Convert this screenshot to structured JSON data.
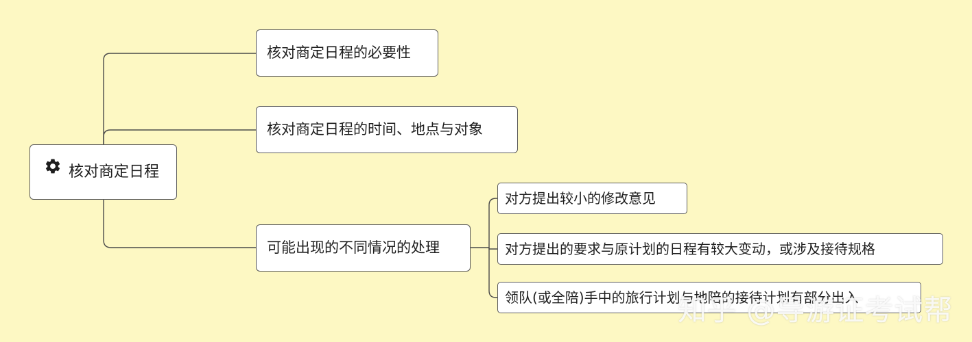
{
  "root": {
    "label": "核对商定日程",
    "icon": "gear-icon"
  },
  "branches": [
    {
      "label": "核对商定日程的必要性"
    },
    {
      "label": "核对商定日程的时间、地点与对象"
    },
    {
      "label": "可能出现的不同情况的处理",
      "children": [
        {
          "label": "对方提出较小的修改意见"
        },
        {
          "label": "对方提出的要求与原计划的日程有较大变动，或涉及接待规格"
        },
        {
          "label": "领队(或全陪)手中的旅行计划与地陪的接待计划有部分出入"
        }
      ]
    }
  ],
  "watermark": "知乎 @导游证考试帮",
  "colors": {
    "background": "#fdf8c3",
    "node_fill": "#ffffff",
    "node_border": "#5a5a5a",
    "line": "#5a5a5a"
  }
}
